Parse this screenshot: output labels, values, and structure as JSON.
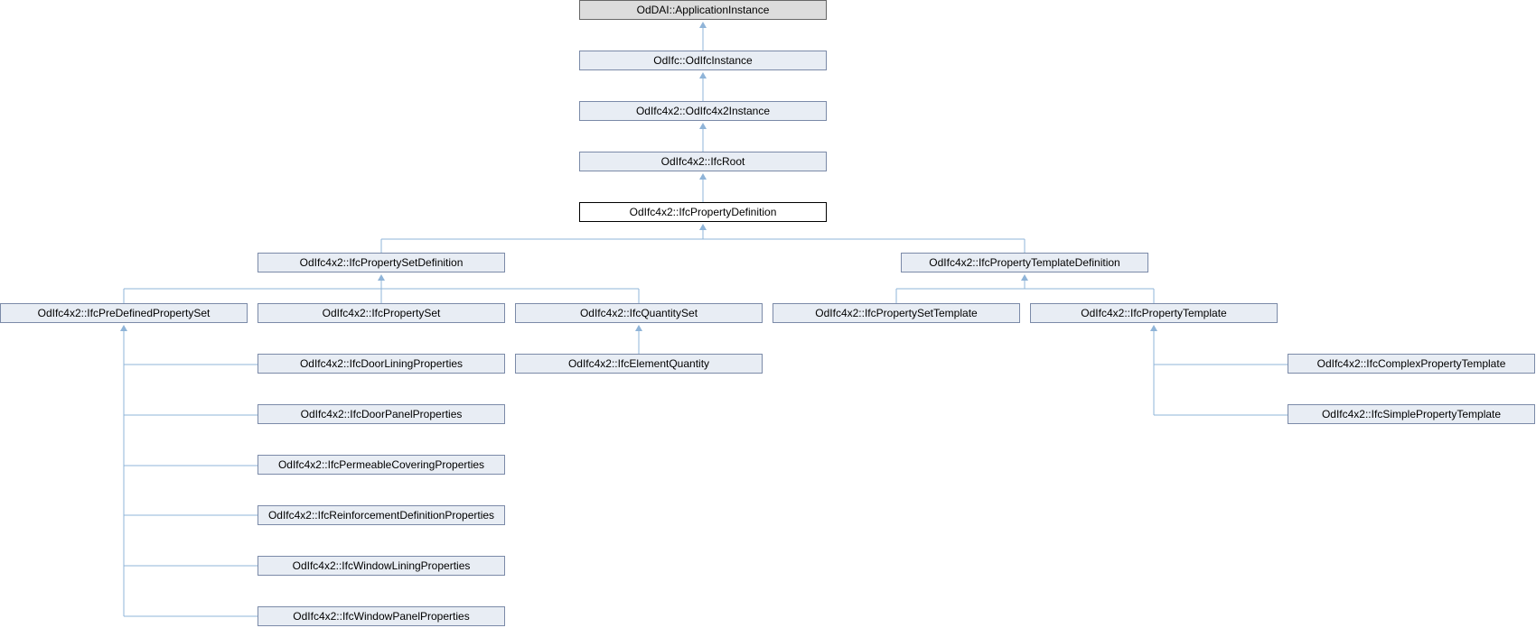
{
  "nodes": {
    "application_instance": "OdDAI::ApplicationInstance",
    "odifc_instance": "OdIfc::OdIfcInstance",
    "odifc4x2_instance": "OdIfc4x2::OdIfc4x2Instance",
    "ifc_root": "OdIfc4x2::IfcRoot",
    "ifc_property_definition": "OdIfc4x2::IfcPropertyDefinition",
    "ifc_property_set_definition": "OdIfc4x2::IfcPropertySetDefinition",
    "ifc_property_template_definition": "OdIfc4x2::IfcPropertyTemplateDefinition",
    "ifc_predefined_property_set": "OdIfc4x2::IfcPreDefinedPropertySet",
    "ifc_property_set": "OdIfc4x2::IfcPropertySet",
    "ifc_quantity_set": "OdIfc4x2::IfcQuantitySet",
    "ifc_property_set_template": "OdIfc4x2::IfcPropertySetTemplate",
    "ifc_property_template": "OdIfc4x2::IfcPropertyTemplate",
    "ifc_door_lining_properties": "OdIfc4x2::IfcDoorLiningProperties",
    "ifc_element_quantity": "OdIfc4x2::IfcElementQuantity",
    "ifc_complex_property_template": "OdIfc4x2::IfcComplexPropertyTemplate",
    "ifc_door_panel_properties": "OdIfc4x2::IfcDoorPanelProperties",
    "ifc_simple_property_template": "OdIfc4x2::IfcSimplePropertyTemplate",
    "ifc_permeable_covering_properties": "OdIfc4x2::IfcPermeableCoveringProperties",
    "ifc_reinforcement_definition_properties": "OdIfc4x2::IfcReinforcementDefinitionProperties",
    "ifc_window_lining_properties": "OdIfc4x2::IfcWindowLiningProperties",
    "ifc_window_panel_properties": "OdIfc4x2::IfcWindowPanelProperties"
  },
  "colors": {
    "edge": "#8fb4d8",
    "node_fill": "#e8edf4",
    "node_border": "#7b8aa8",
    "root_fill": "#dcdcdc",
    "current_fill": "#ffffff"
  }
}
